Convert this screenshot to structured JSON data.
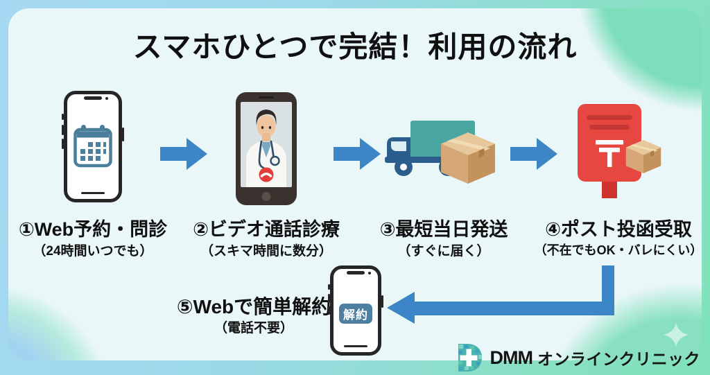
{
  "title": "スマホひとつで完結！利用の流れ",
  "steps": [
    {
      "label": "①Web予約・問診",
      "sub": "（24時間いつでも）",
      "icon": "phone-calendar"
    },
    {
      "label": "②ビデオ通話診療",
      "sub": "（スキマ時間に数分）",
      "icon": "phone-video-call"
    },
    {
      "label": "③最短当日発送",
      "sub": "（すぐに届く）",
      "icon": "truck-package"
    },
    {
      "label": "④ポスト投函受取",
      "sub": "（不在でもOK・バレにくい）",
      "icon": "postbox-package"
    },
    {
      "label": "⑤Webで簡単解約",
      "sub": "（電話不要）",
      "icon": "phone-cancel"
    }
  ],
  "cancel_button_label": "解約",
  "logo": {
    "brand": "DMM",
    "service": "オンラインクリニック"
  },
  "colors": {
    "arrow_blue": "#3c85c7",
    "panel_bg": "#e9f7f8",
    "frame_blue": "#a6d9f3",
    "frame_green": "#7fe2ba",
    "accent_green": "#76dcb8",
    "postbox_red": "#e64741",
    "calendar_blue": "#4a7e9b",
    "cancel_button_blue": "#4d7fa0",
    "truck_cab_blue": "#2b5e8d",
    "truck_cargo_teal": "#4aa6a0",
    "box_tan": "#d6a877",
    "hangup_red": "#e23d38"
  }
}
